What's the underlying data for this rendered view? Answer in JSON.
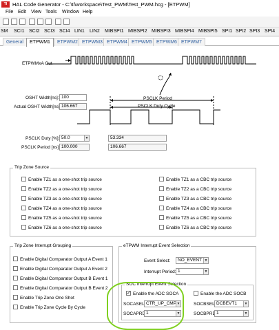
{
  "window": {
    "title": "HAL Code Generator - C:\\ti\\workspace\\Test_PWM\\Test_PWM.hcg - [ETPWM]",
    "logo": "TI"
  },
  "menu": [
    "File",
    "Edit",
    "View",
    "Tools",
    "Window",
    "Help"
  ],
  "module_tabs": [
    "SM",
    "SCI1",
    "SCI2",
    "SCI3",
    "SCI4",
    "LIN1",
    "LIN2",
    "MIBSPI1",
    "MIBSPI2",
    "MIBSPI3",
    "MIBSPI4",
    "MIBSPI5",
    "SPI1",
    "SPI2",
    "SPI3",
    "SPI4"
  ],
  "sub_tabs": [
    "General",
    "ETPWM1",
    "ETPWM2",
    "ETPWM3",
    "ETPWM4",
    "ETPWM5",
    "ETPWM6",
    "ETPWM7"
  ],
  "active_sub_tab": "ETPWM1",
  "waveform": {
    "signal_label": "ETPWMxA Out",
    "oshtWidth_label": "OSHT Width[ns]:",
    "oshtWidth_value": "100",
    "actualOsht_label": "Actual OSHT Width[ns]:",
    "actualOsht_value": "106.667",
    "pscPeriod_diagram_label": "PSCLK Period",
    "pscDuty_diagram_label": "PSCLK Duty Cycle",
    "pscDuty_label": "PSCLK  Duty [%]:",
    "pscDuty_value": "50.0",
    "pscDuty_actual": "53.334",
    "pscPeriod_label": "PSCLK  Period [ns]:",
    "pscPeriod_value": "100.000",
    "pscPeriod_actual": "106.667"
  },
  "trip_zone": {
    "title": "Trip Zone Source",
    "oneshot": [
      "Enable TZ1 as a one-shot trip source",
      "Enable TZ2 as a one-shot trip source",
      "Enable TZ3 as a one-shot trip source",
      "Enable TZ4 as a one-shot trip source",
      "Enable TZ5 as a one-shot trip source",
      "Enable TZ6 as a one-shot trip source"
    ],
    "cbc": [
      "Enable TZ1 as a CBC trip source",
      "Enable TZ2 as a CBC trip source",
      "Enable TZ3 as a CBC trip source",
      "Enable TZ4 as a CBC trip source",
      "Enable TZ5 as a CBC trip source",
      "Enable TZ6 as a CBC trip source"
    ]
  },
  "tz_interrupt": {
    "title": "Trip Zone Interrupt Grouping",
    "items": [
      "Enable Digital Comparator Output A Event 1",
      "Enable Digital Comparator Output A Event 2",
      "Enable Digital Comparator Output B Event 1",
      "Enable Digital Comparator Output B Event 2",
      "Enable Trip Zone One Shot",
      "Enable Trip Zone Cycle By Cycle"
    ]
  },
  "etpwm_int": {
    "title": "eTPWM Interrupt Event Selection",
    "eventSelect_label": "Event Select:",
    "eventSelect_value": "NO_EVENT",
    "intPeriod_label": "Interrupt Period:",
    "intPeriod_value": "1"
  },
  "soc": {
    "title": "SOC Interrupt Event Selection",
    "socaEnable_label": "Enable the ADC SOCA",
    "socbEnable_label": "Enable the ADC SOCB",
    "socasel_label": "SOCASEL:",
    "socasel_value": "CTR_UP_CMPA",
    "socbsel_label": "SOCBSEL:",
    "socbsel_value": "DCBEVT1",
    "socaprd_label": "SOCAPRD:",
    "socaprd_value": "1",
    "socbprd_label": "SOCBPRD:",
    "socbprd_value": "1"
  },
  "colors": {
    "highlight": "#7fd020",
    "link_blue": "#3060a0",
    "logo_red": "#d02020"
  }
}
